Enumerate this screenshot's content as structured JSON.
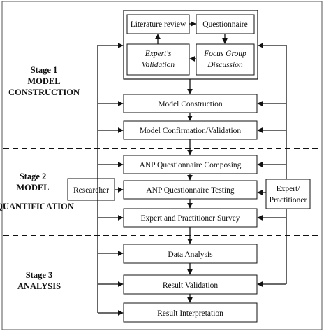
{
  "stages": [
    {
      "title": "Stage 1",
      "name_lines": [
        "MODEL",
        "CONSTRUCTION"
      ]
    },
    {
      "title": "Stage 2",
      "name_lines": [
        "MODEL",
        "QUANTIFICATION"
      ]
    },
    {
      "title": "Stage 3",
      "name_lines": [
        "ANALYSIS"
      ]
    }
  ],
  "stage1_inner": {
    "literature_review": "Literature review",
    "questionnaire": "Questionnaire",
    "experts_validation": [
      "Expert's",
      "Validation"
    ],
    "focus_group": [
      "Focus Group",
      "Discussion"
    ]
  },
  "steps": {
    "model_construction": "Model Construction",
    "model_confirmation": "Model Confirmation/Validation",
    "anp_composing": "ANP Questionnaire Composing",
    "anp_testing": "ANP Questionnaire Testing",
    "survey": "Expert and Practitioner Survey",
    "data_analysis": "Data Analysis",
    "result_validation": "Result Validation",
    "result_interpretation": "Result Interpretation"
  },
  "actors": {
    "researcher": "Researcher",
    "expert_practitioner": [
      "Expert/",
      "Practitioner"
    ]
  }
}
